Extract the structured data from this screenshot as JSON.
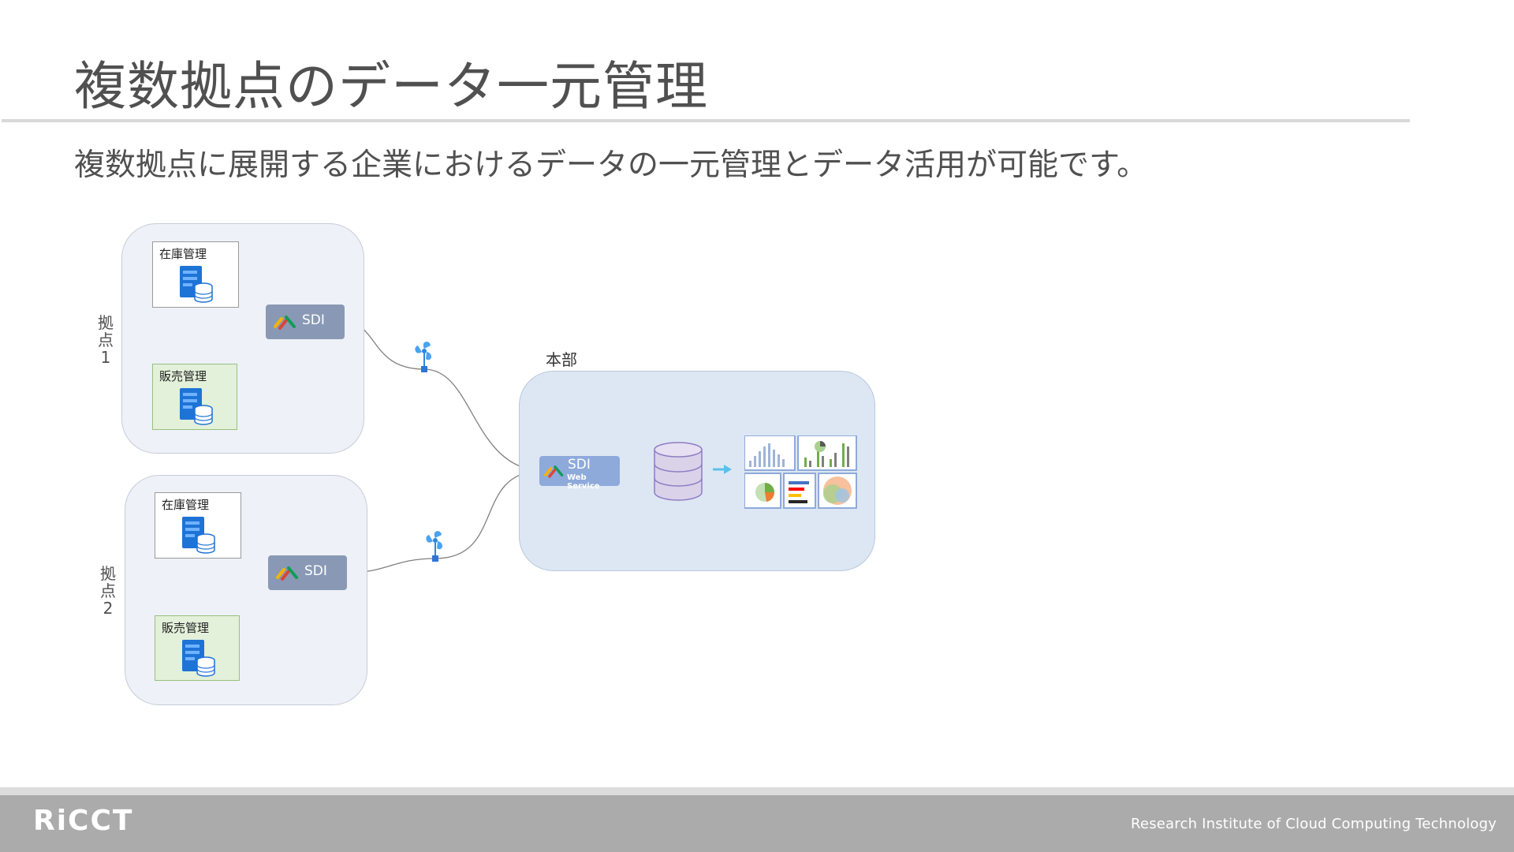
{
  "slide": {
    "title": "複数拠点のデータ一元管理",
    "subtitle": "複数拠点に展開する企業におけるデータの一元管理とデータ活用が可能です。"
  },
  "diagram": {
    "sites": [
      {
        "label": [
          "拠",
          "点",
          "1"
        ],
        "systems": [
          "在庫管理",
          "販売管理"
        ],
        "connector": "SDI"
      },
      {
        "label": [
          "拠",
          "点",
          "2"
        ],
        "systems": [
          "在庫管理",
          "販売管理"
        ],
        "connector": "SDI"
      }
    ],
    "headquarters": {
      "label": "本部",
      "connector": {
        "name": "SDI",
        "sub": "Web Service"
      }
    },
    "icons": [
      "server-database-icon",
      "sdi-logo-icon",
      "gateway-fan-icon",
      "database-cylinder-icon",
      "dashboard-charts-icon"
    ],
    "colors": {
      "site_bg": "#eef1f7",
      "hq_bg": "#dde7f3",
      "sdi_box": "#8999b5",
      "sdi_ws_box": "#8eaadb",
      "green_box": "#e3f0da",
      "database": "#d9d2e9"
    }
  },
  "footer": {
    "logo": "RiCCT",
    "organization": "Research Institute of Cloud Computing Technology"
  }
}
